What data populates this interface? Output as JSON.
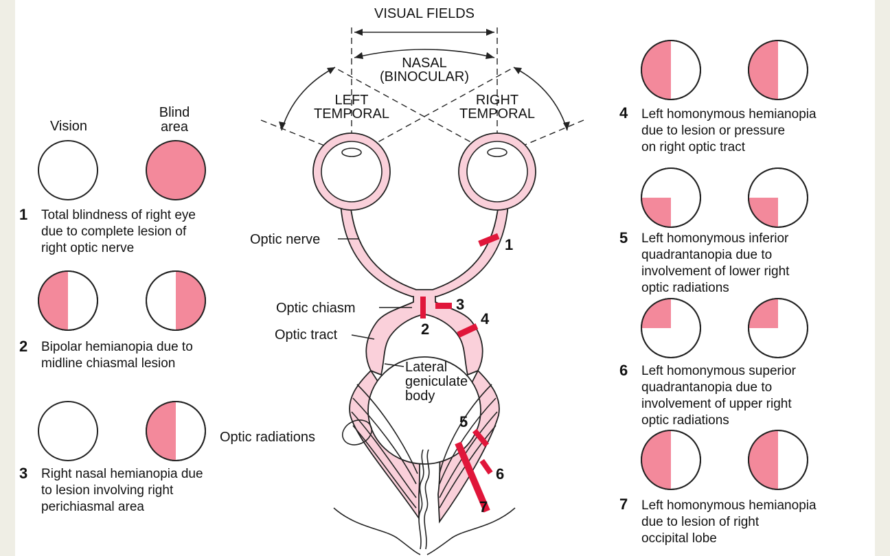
{
  "diagram": {
    "visual_fields_title": "VISUAL FIELDS",
    "nasal_line1": "NASAL",
    "nasal_line2": "(BINOCULAR)",
    "left_temporal_line1": "LEFT",
    "left_temporal_line2": "TEMPORAL",
    "right_temporal_line1": "RIGHT",
    "right_temporal_line2": "TEMPORAL",
    "labels": {
      "optic_nerve": "Optic nerve",
      "optic_chiasm": "Optic chiasm",
      "optic_tract": "Optic tract",
      "lateral_geniculate_line1": "Lateral",
      "lateral_geniculate_line2": "geniculate",
      "lateral_geniculate_line3": "body",
      "optic_radiations": "Optic radiations"
    },
    "lesion_numbers": [
      "1",
      "2",
      "3",
      "4",
      "5",
      "6",
      "7"
    ]
  },
  "legend_headers": {
    "vision": "Vision",
    "blind_line1": "Blind",
    "blind_line2": "area"
  },
  "cases": [
    {
      "number": "1",
      "lines": [
        "Total blindness of right eye",
        "due to complete lesion of",
        "right optic nerve"
      ],
      "left_eye_blind": "none",
      "right_eye_blind": "full"
    },
    {
      "number": "2",
      "lines": [
        "Bipolar hemianopia due to",
        "midline chiasmal lesion"
      ],
      "left_eye_blind": "left-half",
      "right_eye_blind": "right-half"
    },
    {
      "number": "3",
      "lines": [
        "Right nasal hemianopia due",
        "to lesion involving right",
        "perichiasmal area"
      ],
      "left_eye_blind": "none",
      "right_eye_blind": "left-half"
    },
    {
      "number": "4",
      "lines": [
        "Left homonymous hemianopia",
        "due to lesion or pressure",
        "on right optic tract"
      ],
      "left_eye_blind": "left-half",
      "right_eye_blind": "left-half"
    },
    {
      "number": "5",
      "lines": [
        "Left homonymous inferior",
        "quadrantanopia due to",
        "involvement of lower right",
        "optic radiations"
      ],
      "left_eye_blind": "lower-left-quadrant",
      "right_eye_blind": "lower-left-quadrant"
    },
    {
      "number": "6",
      "lines": [
        "Left homonymous superior",
        "quadrantanopia due to",
        "involvement of upper right",
        "optic radiations"
      ],
      "left_eye_blind": "upper-left-quadrant",
      "right_eye_blind": "upper-left-quadrant"
    },
    {
      "number": "7",
      "lines": [
        "Left homonymous hemianopia",
        "due to lesion of right",
        "occipital lobe"
      ],
      "left_eye_blind": "left-half",
      "right_eye_blind": "left-half"
    }
  ],
  "colors": {
    "blind_area": "#f3899b",
    "lesion": "#e0163a",
    "tissue": "#fad0da",
    "page_border": "#efeee5"
  }
}
